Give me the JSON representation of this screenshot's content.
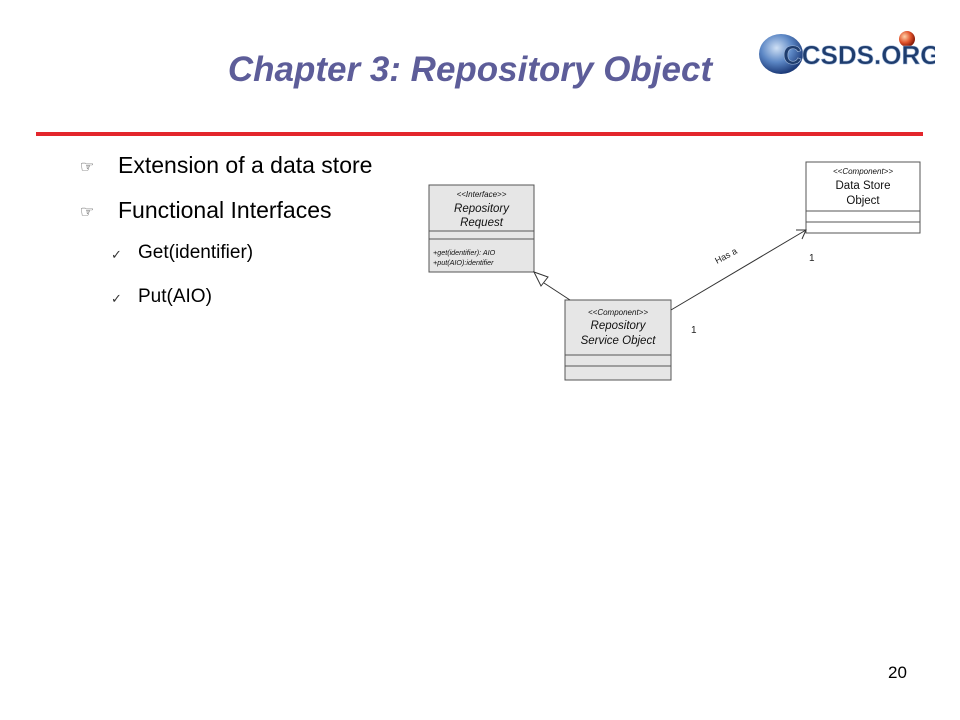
{
  "slide": {
    "title": "Chapter 3: Repository Object",
    "page_number": "20",
    "accent_color": "#e3262c",
    "title_color": "#5d5d99"
  },
  "logo": {
    "text": "CCSDS.ORG"
  },
  "bullets": [
    {
      "text": "Extension of a data store",
      "icon": "pointing-hand-icon"
    },
    {
      "text": "Functional Interfaces",
      "icon": "pointing-hand-icon",
      "children": [
        {
          "text": "Get(identifier)",
          "icon": "check-mark-icon"
        },
        {
          "text": "Put(AIO)",
          "icon": "check-mark-icon"
        }
      ]
    }
  ],
  "diagram": {
    "interface_box": {
      "stereotype": "<<Interface>>",
      "name_line1": "Repository",
      "name_line2": "Request",
      "op1": "+get(identifier): AIO",
      "op2": "+put(AIO):identifier"
    },
    "service_box": {
      "stereotype": "<<Component>>",
      "name_line1": "Repository",
      "name_line2": "Service Object"
    },
    "store_box": {
      "stereotype": "<<Component>>",
      "name_line1": "Data Store",
      "name_line2": "Object"
    },
    "association": {
      "label": "Has a",
      "multiplicity_source": "1",
      "multiplicity_target": "1"
    }
  }
}
